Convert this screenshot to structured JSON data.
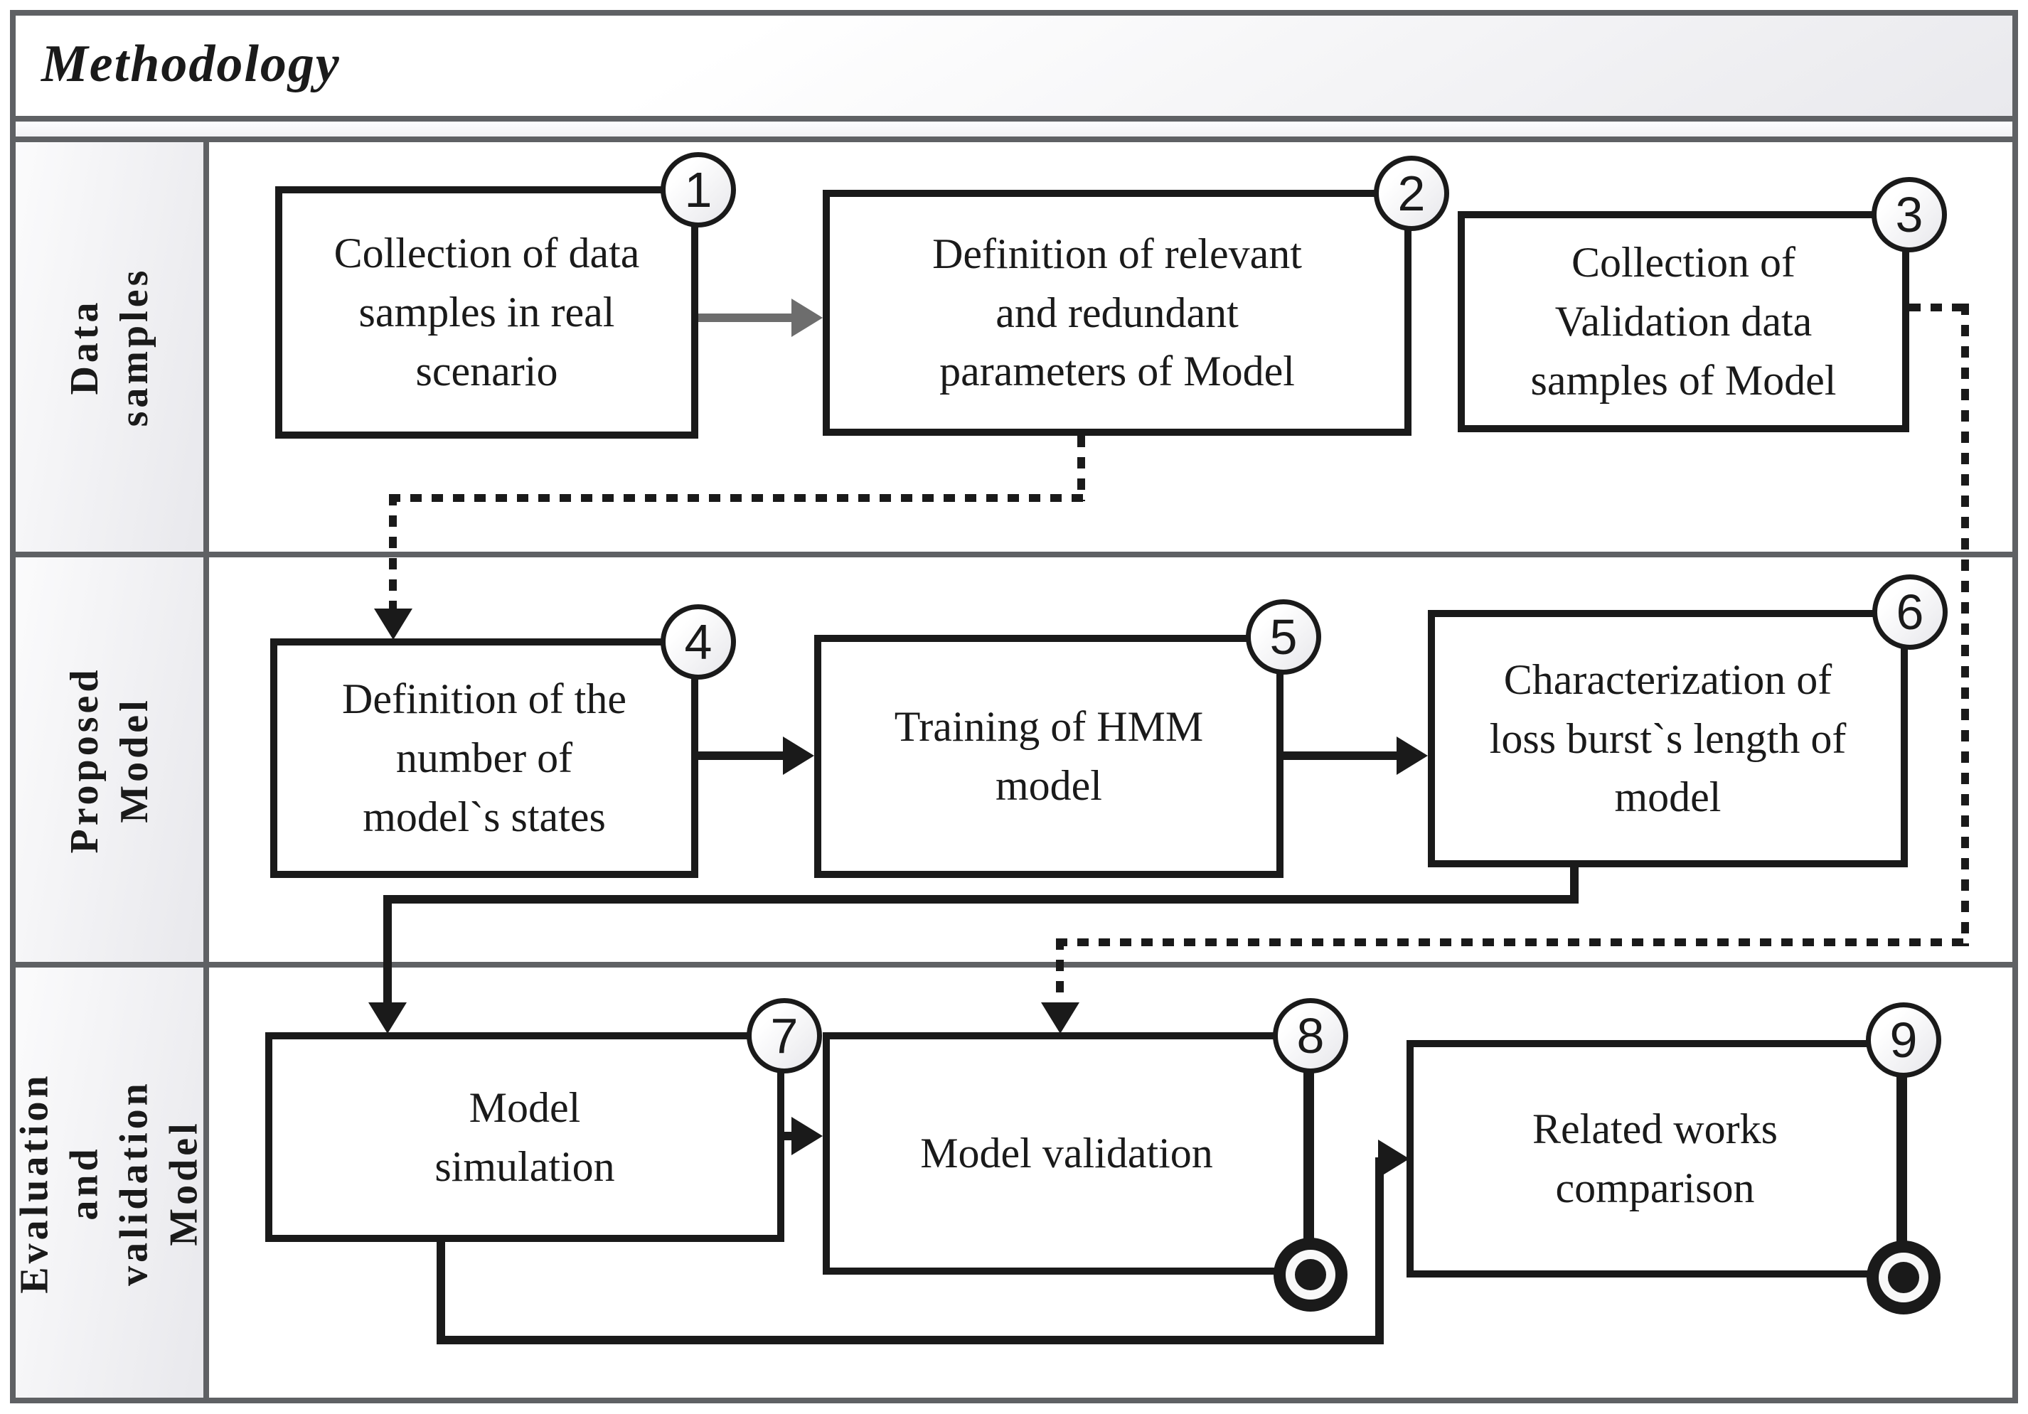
{
  "title": "Methodology",
  "lanes": [
    {
      "label": "Data samples"
    },
    {
      "label": "Proposed Model"
    },
    {
      "label": "Evaluation and\nvalidation Model"
    }
  ],
  "boxes": [
    {
      "num": "1",
      "text": "Collection of data\nsamples in real\nscenario"
    },
    {
      "num": "2",
      "text": "Definition of relevant\nand redundant\nparameters of Model"
    },
    {
      "num": "3",
      "text": "Collection of\nValidation data\nsamples of Model"
    },
    {
      "num": "4",
      "text": "Definition of the\nnumber of\nmodel`s states"
    },
    {
      "num": "5",
      "text": "Training of HMM\nmodel"
    },
    {
      "num": "6",
      "text": "Characterization of\nloss burst`s length of\nmodel"
    },
    {
      "num": "7",
      "text": "Model\nsimulation"
    },
    {
      "num": "8",
      "text": "Model validation"
    },
    {
      "num": "9",
      "text": "Related works\ncomparison"
    }
  ],
  "icons": {
    "final_state_8": "uml-final-state",
    "final_state_9": "uml-final-state"
  },
  "colors": {
    "frame_gray": "#5f6164",
    "line_black": "#1a1a1a",
    "arrow_gray": "#6d6d6d",
    "lane_fill_light": "#e9e9ed"
  }
}
